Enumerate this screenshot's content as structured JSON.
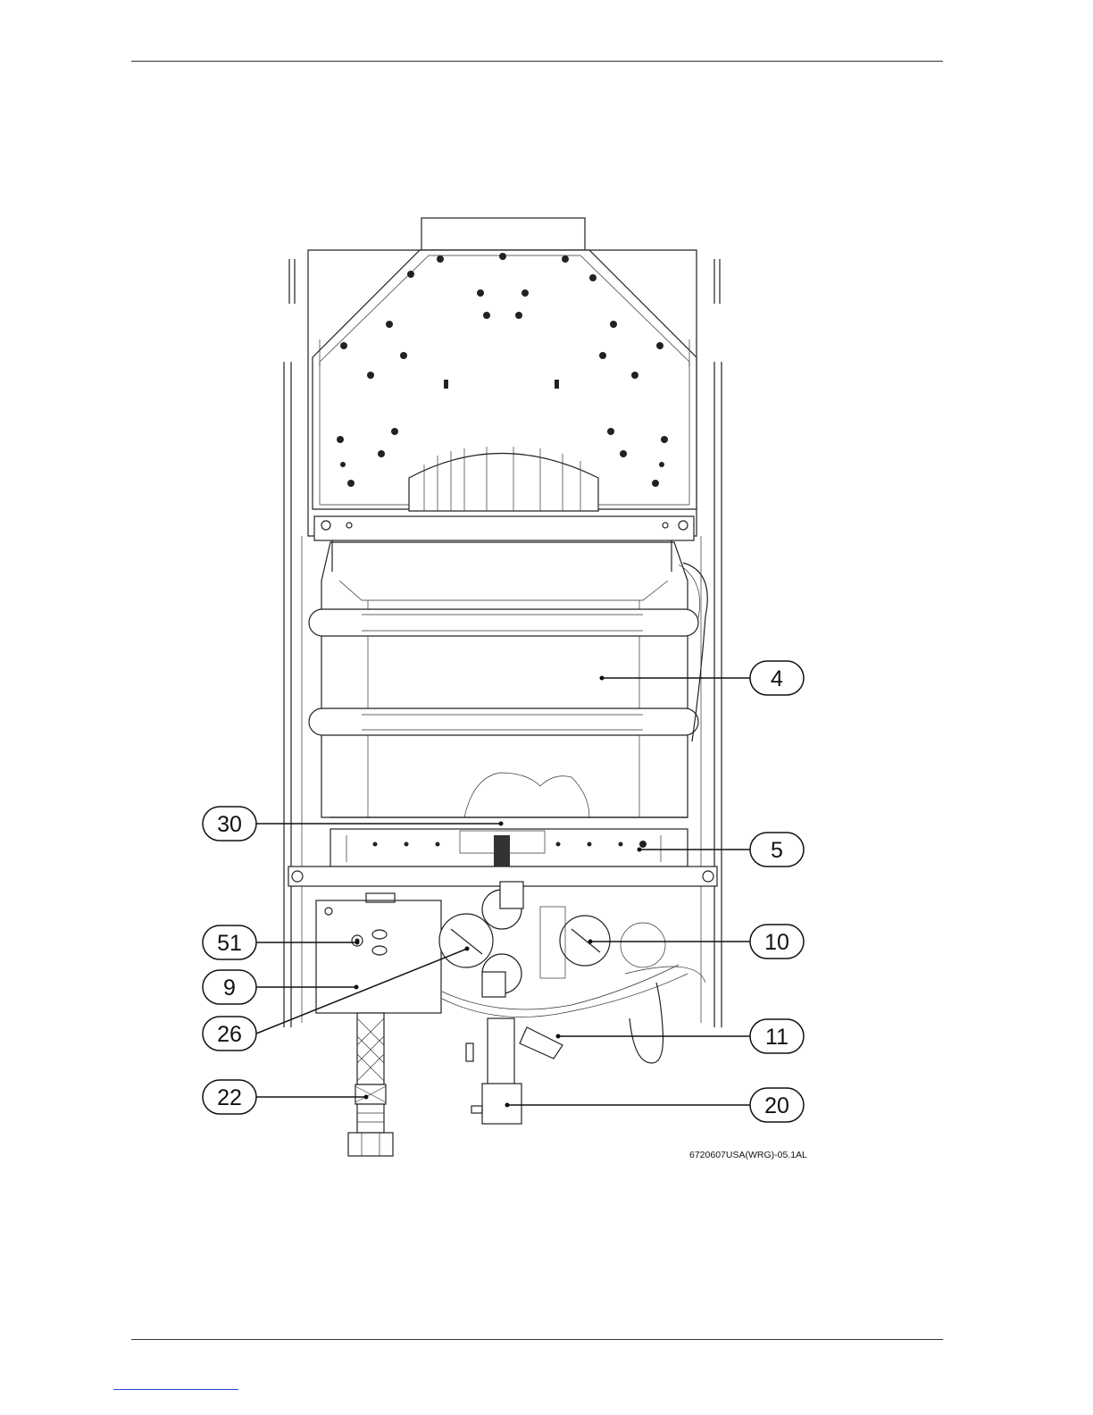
{
  "figure": {
    "code": "6720607USA(WRG)-05.1AL",
    "callouts": [
      {
        "label": "4"
      },
      {
        "label": "30"
      },
      {
        "label": "5"
      },
      {
        "label": "51"
      },
      {
        "label": "10"
      },
      {
        "label": "9"
      },
      {
        "label": "26"
      },
      {
        "label": "11"
      },
      {
        "label": "22"
      },
      {
        "label": "20"
      }
    ]
  }
}
